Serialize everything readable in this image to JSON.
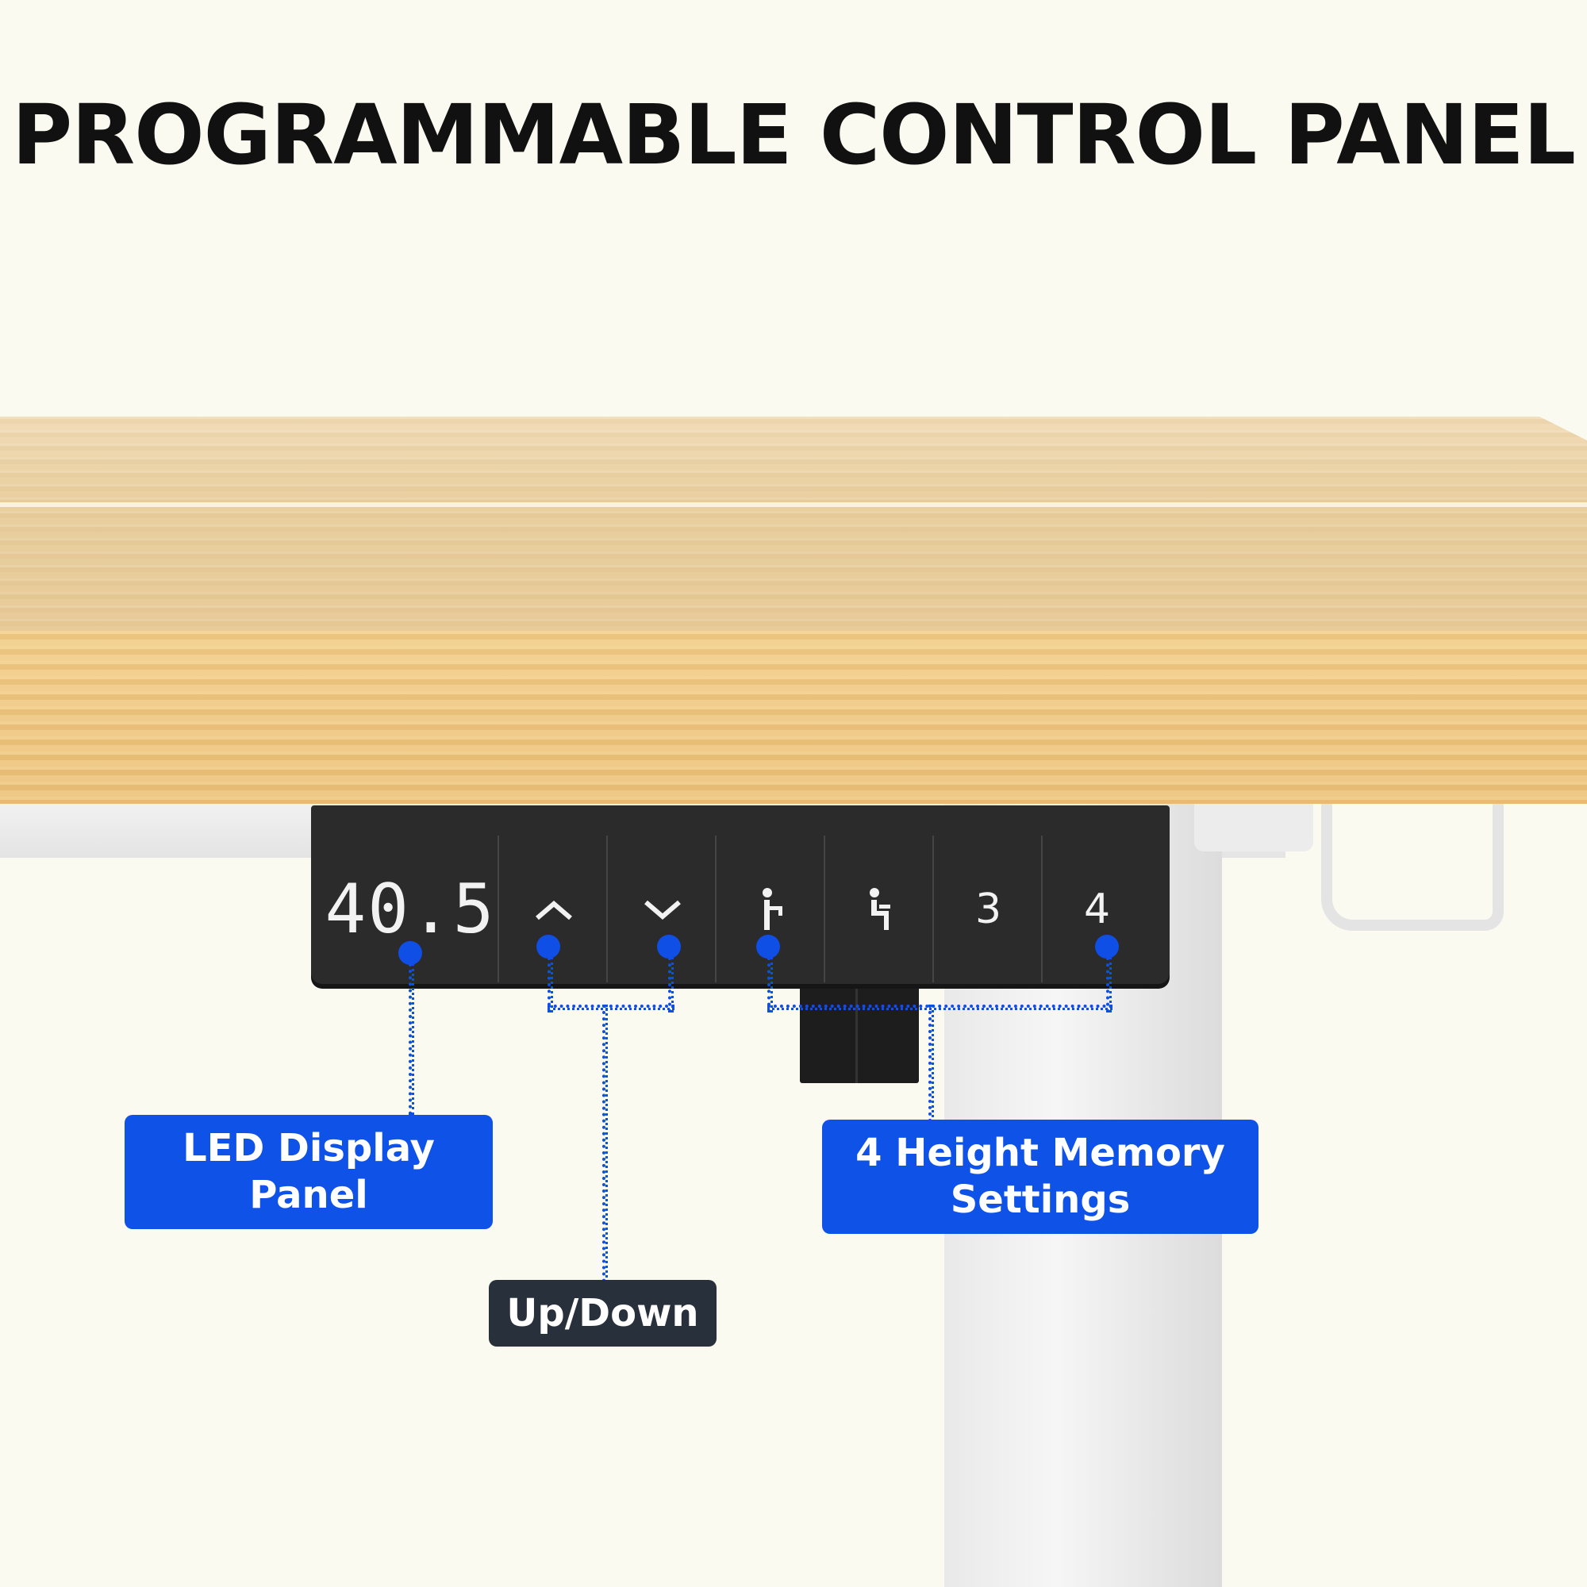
{
  "title": "PROGRAMMABLE CONTROL PANEL",
  "panel": {
    "display_value": "40.5",
    "buttons": [
      {
        "name": "up",
        "icon": "chevron-up-icon"
      },
      {
        "name": "down",
        "icon": "chevron-down-icon"
      },
      {
        "name": "memory-1",
        "icon": "standing-person-icon"
      },
      {
        "name": "memory-2",
        "icon": "sitting-person-icon"
      },
      {
        "name": "memory-3",
        "label": "3"
      },
      {
        "name": "memory-4",
        "label": "4"
      }
    ]
  },
  "callouts": {
    "led": {
      "line1": "LED Display",
      "line2": "Panel"
    },
    "updown": {
      "label": "Up/Down"
    },
    "memory": {
      "line1": "4 Height Memory",
      "line2": "Settings"
    }
  },
  "colors": {
    "accent": "#0f52e8",
    "dark_label": "#27303b",
    "background": "#fbfaf1"
  }
}
